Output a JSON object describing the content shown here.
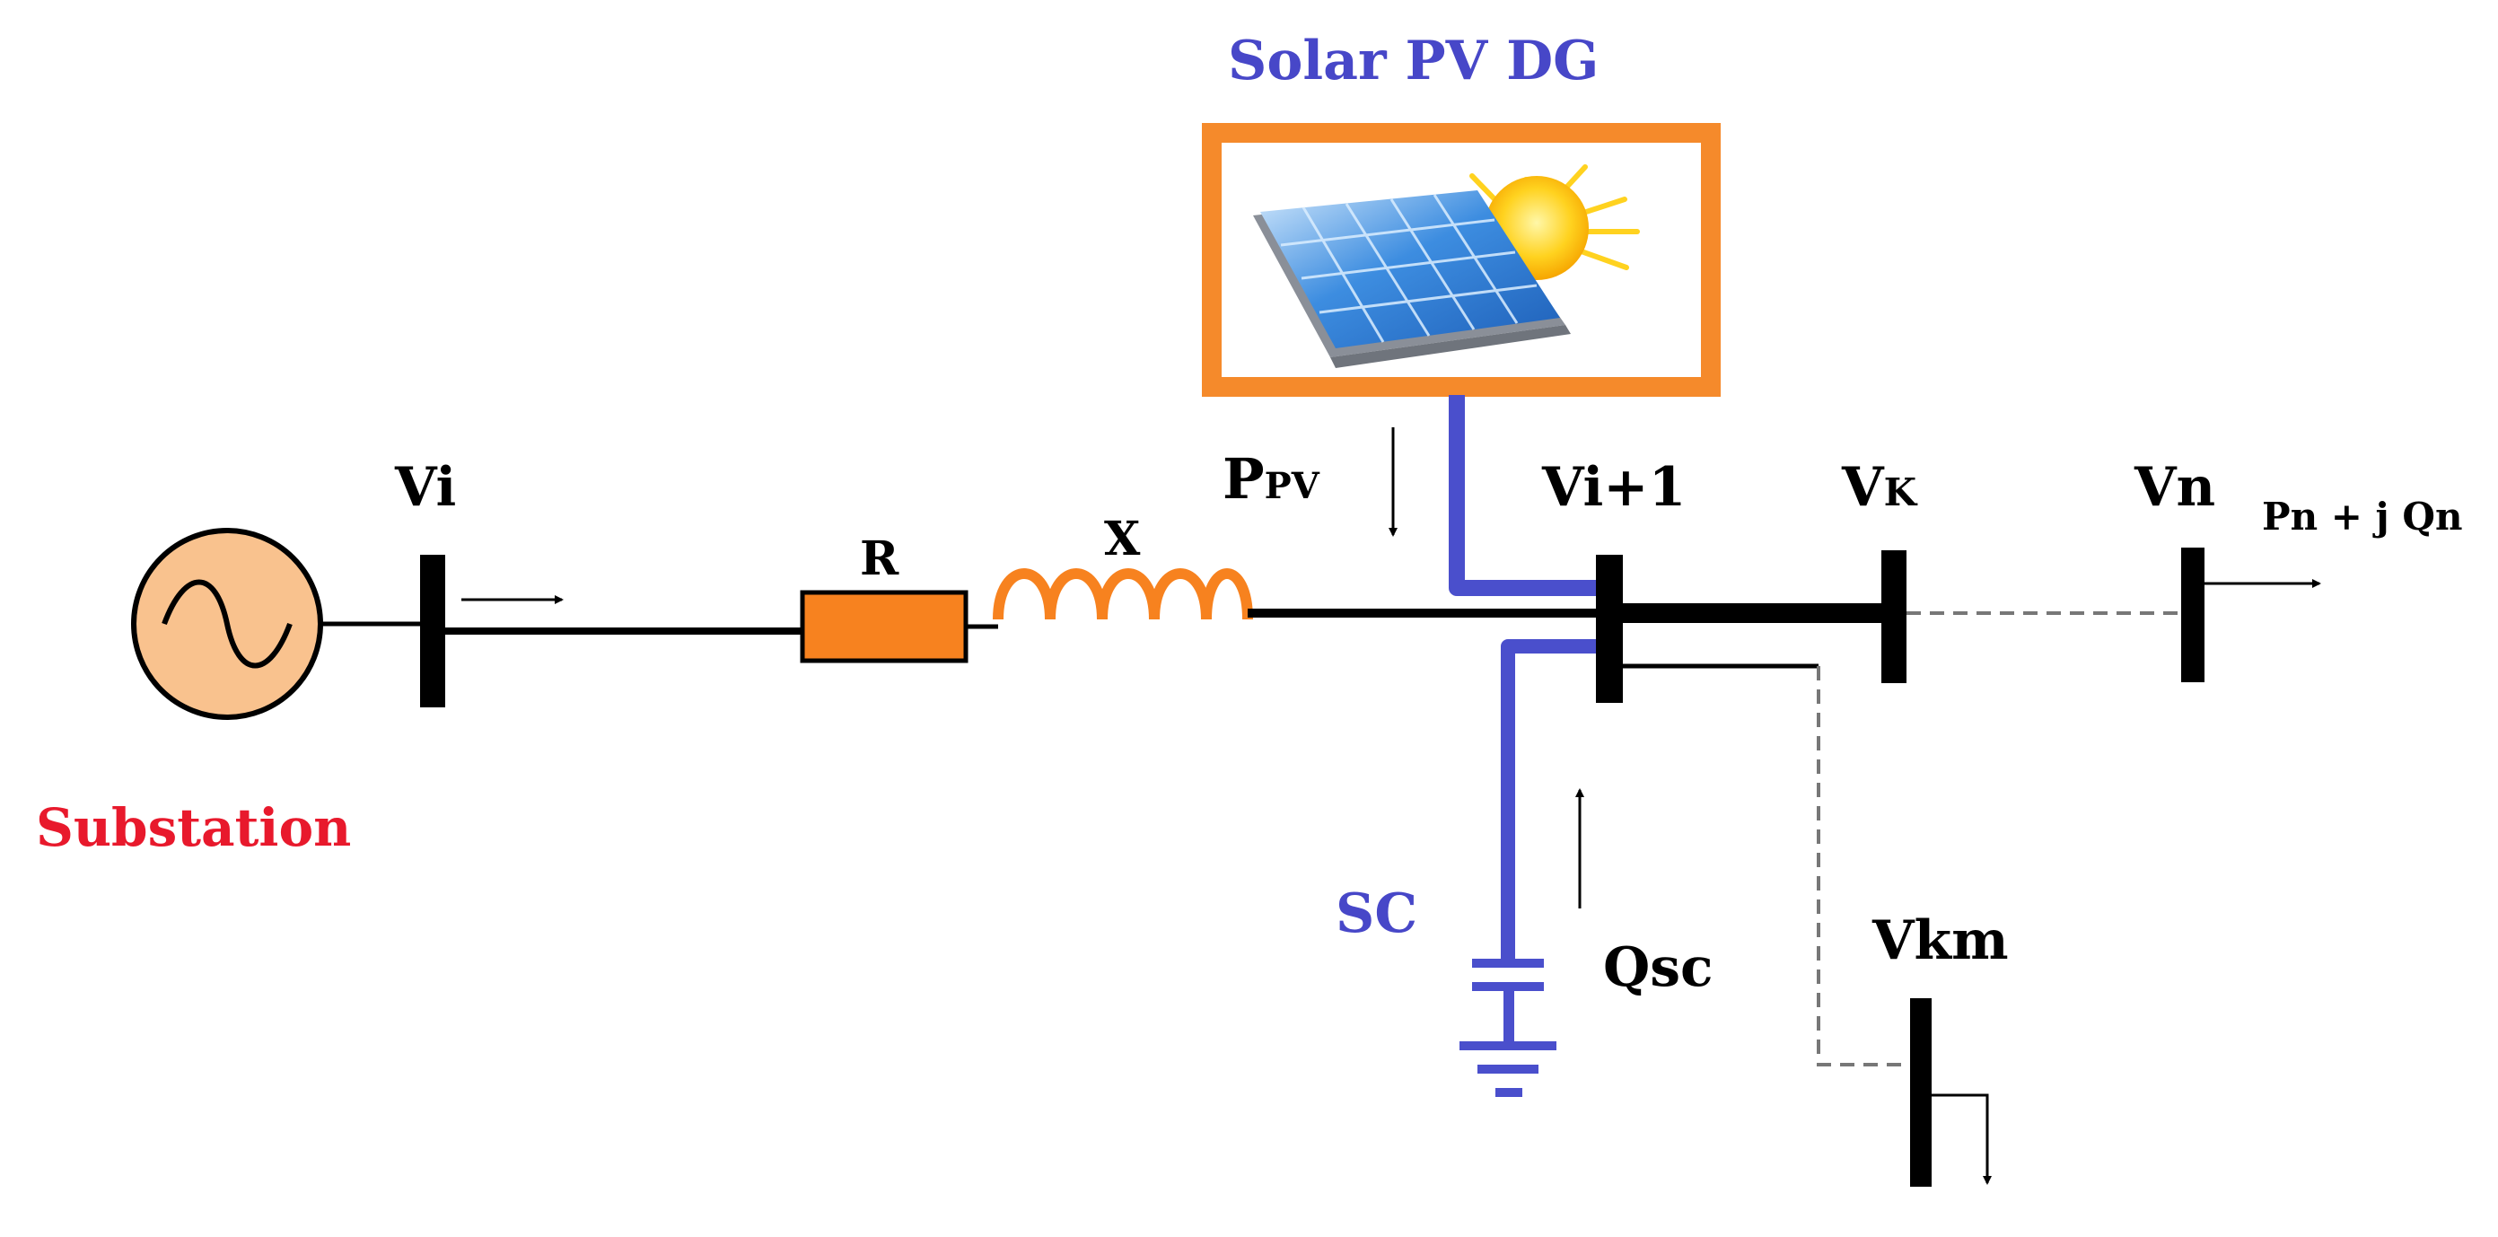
{
  "title": "Solar PV DG",
  "source_label": "Substation",
  "elements": {
    "resistor": "R",
    "inductor": "X",
    "capacitor": "SC"
  },
  "buses": {
    "vi": "Vi",
    "vi_plus_1": "Vi+1",
    "vk": {
      "main": "V",
      "sub": "K"
    },
    "vn": "Vn",
    "vkm": "Vkm"
  },
  "flows": {
    "ppv": {
      "main": "P",
      "sub": "PV"
    },
    "qsc": "Qsc",
    "load": "Pn + j Qn"
  },
  "colors": {
    "blue_conductor": "#4a4fcc",
    "title_blue": "#4747c8",
    "substation_red": "#e8192c",
    "panel_border": "#f58a2b",
    "resistor_fill": "#f7821f",
    "inductor": "#f7821f",
    "source_fill": "#f9c28e",
    "line_black": "#000000"
  }
}
